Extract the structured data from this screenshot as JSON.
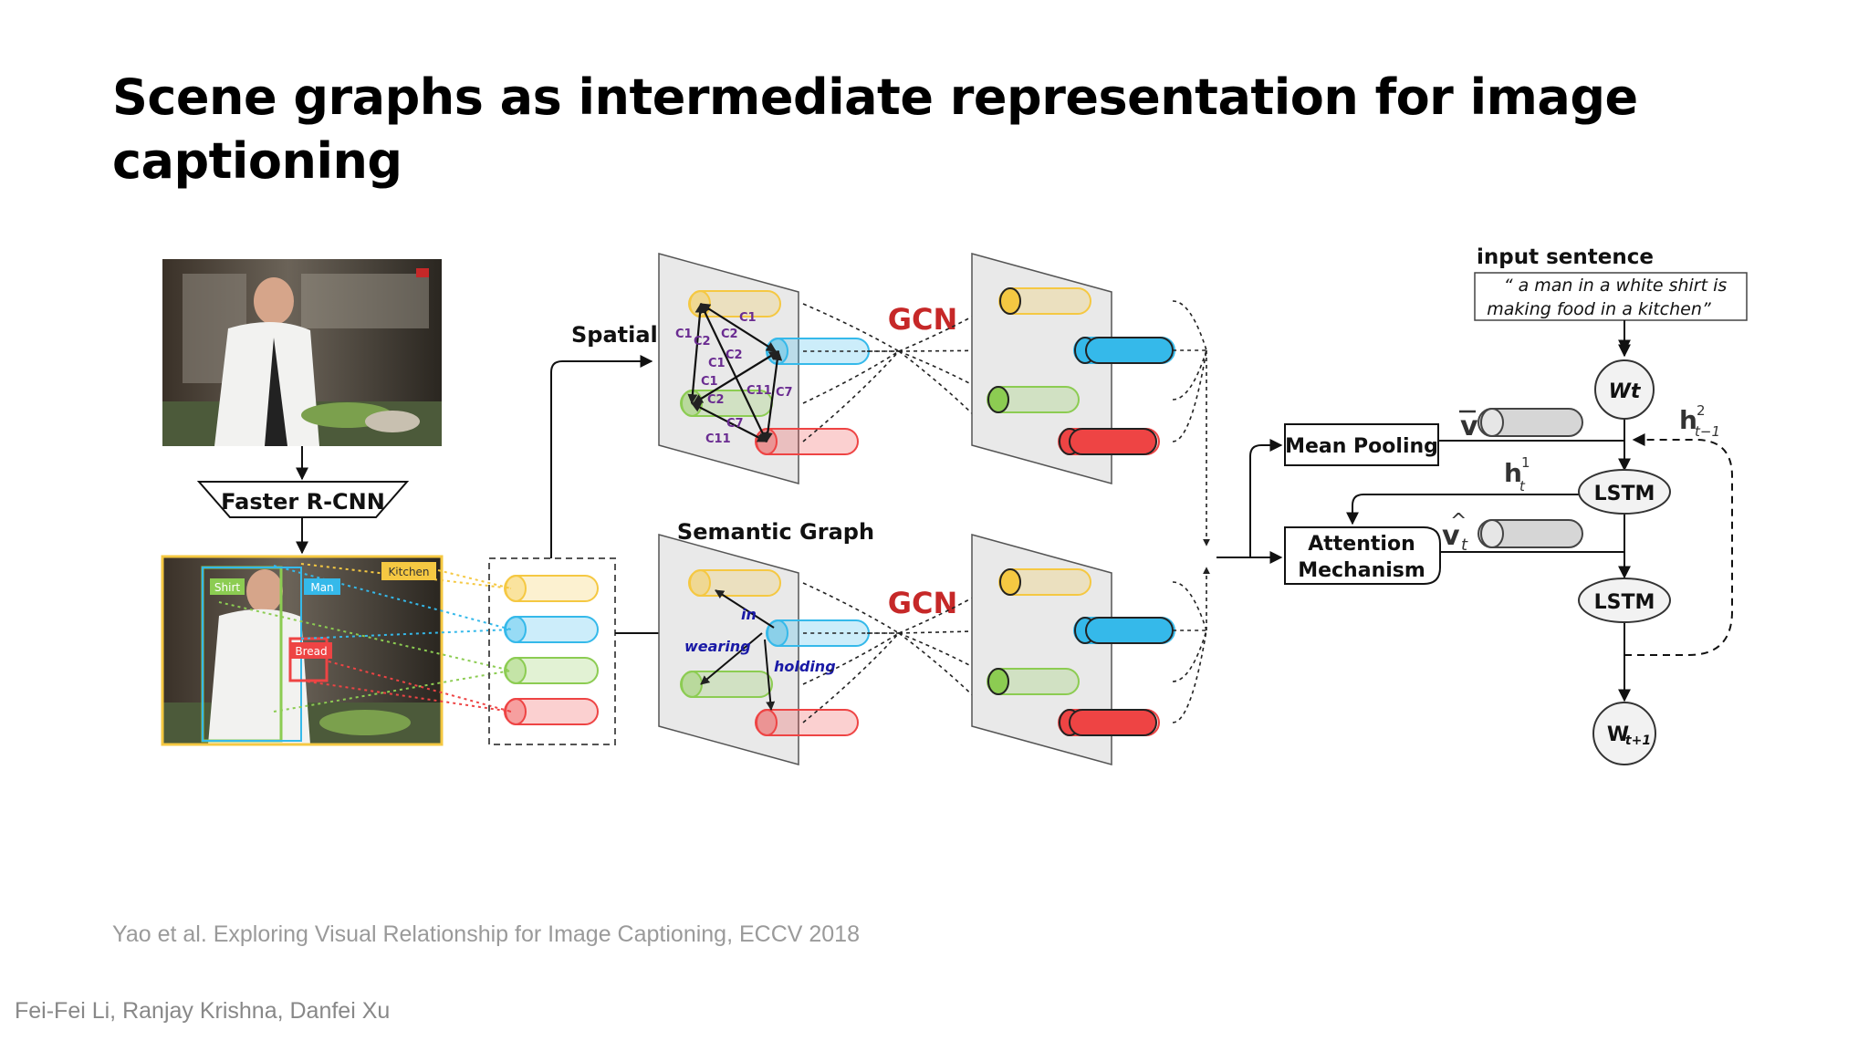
{
  "slide": {
    "title": "Scene graphs as intermediate representation for image captioning",
    "citation": "Yao et al. Exploring Visual Relationship for Image Captioning, ECCV 2018",
    "authors": "Fei-Fei Li, Ranjay Krishna, Danfei Xu"
  },
  "diagram": {
    "detector_label": "Faster R-CNN",
    "box_labels": {
      "shirt": "Shirt",
      "man": "Man",
      "kitchen": "Kitchen",
      "bread": "Bread"
    },
    "spatial_graph_label": "Spatial Graph",
    "semantic_graph_label": "Semantic Graph",
    "gcn_top": "GCN",
    "gcn_bottom": "GCN",
    "spatial_edges": [
      "C1",
      "C2",
      "C2",
      "C1",
      "C1",
      "C2",
      "C1",
      "C11",
      "C7",
      "C2",
      "C7",
      "C11"
    ],
    "semantic_relations": {
      "in": "in",
      "wearing": "wearing",
      "holding": "holding"
    },
    "mean_pooling": "Mean Pooling",
    "attention": [
      "Attention",
      "Mechanism"
    ],
    "v_bar": "v",
    "v_hat": "v",
    "v_hat_sub": "t",
    "h1": "h",
    "h1_sub": "t",
    "h1_sup": "1",
    "h2": "h",
    "h2_sub": "t−1",
    "h2_sup": "2",
    "lstm_top": "LSTM",
    "lstm_bottom": "LSTM",
    "wt": "Wt",
    "wt1_main": "W",
    "wt1_sub": "t+1",
    "input_sentence_label": "input sentence",
    "input_sentence_line1": "“ a man in a white shirt is",
    "input_sentence_line2": "making food in a kitchen”"
  },
  "colors": {
    "yellow": "#f5c842",
    "cyan": "#35b9ea",
    "green": "#8ccc52",
    "red": "#ee4444",
    "gcn": "#c62828",
    "relation": "#1a1aa6",
    "edge_label": "#6a2c91"
  }
}
